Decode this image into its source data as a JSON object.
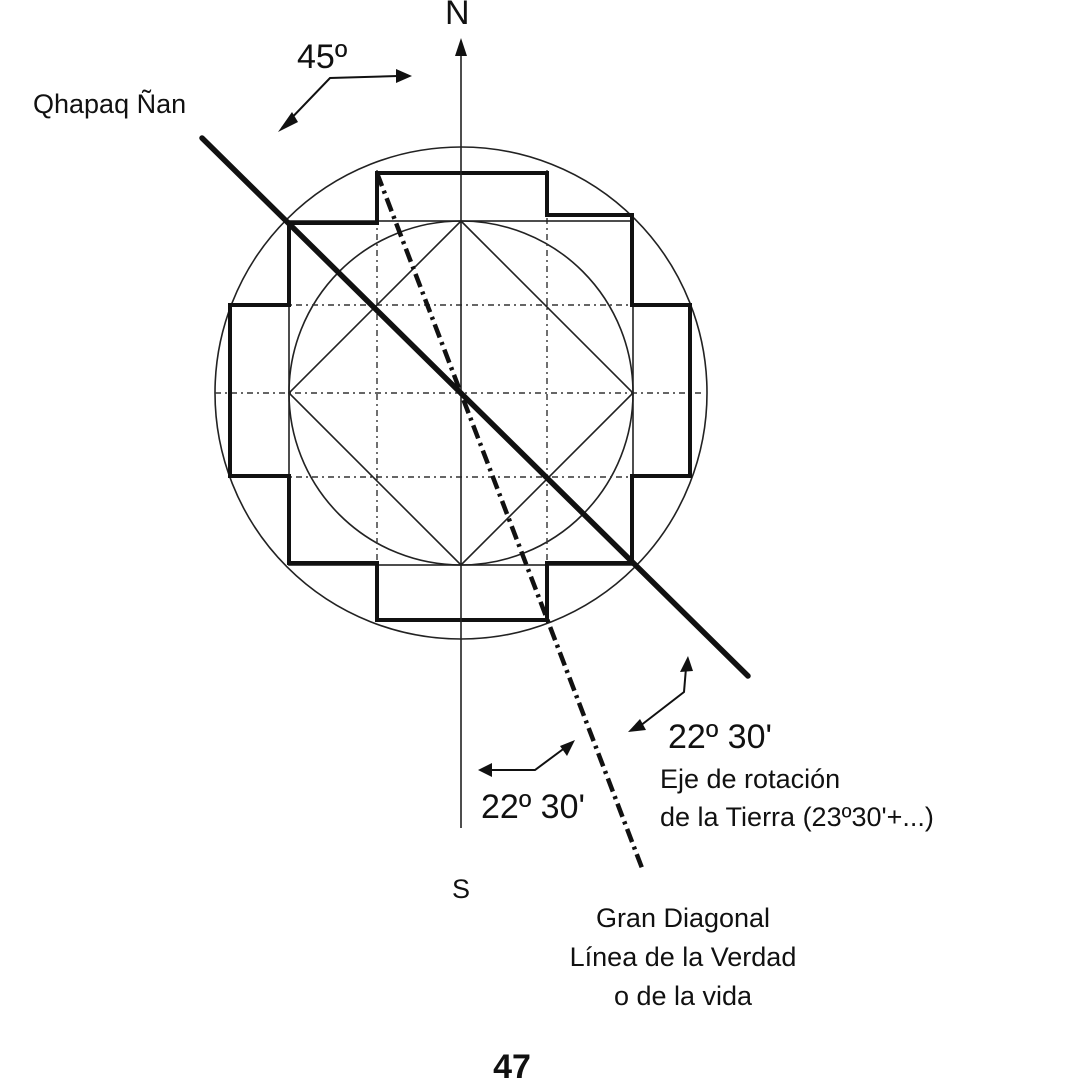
{
  "labels": {
    "north": "N",
    "south": "S",
    "angle_45": "45º",
    "qhapaq_nan": "Qhapaq Ñan",
    "angle_right": "22º 30'",
    "angle_bottom": "22º 30'",
    "eje_line1": "Eje de rotación",
    "eje_line2": "de la Tierra (23º30'+...)",
    "gran_line1": "Gran Diagonal",
    "gran_line2": "Línea de la Verdad",
    "gran_line3": "o de la vida",
    "page_number": "47"
  },
  "icons": {
    "north_arrow": "arrow-up-icon"
  },
  "colors": {
    "ink": "#111111",
    "background": "#ffffff"
  }
}
